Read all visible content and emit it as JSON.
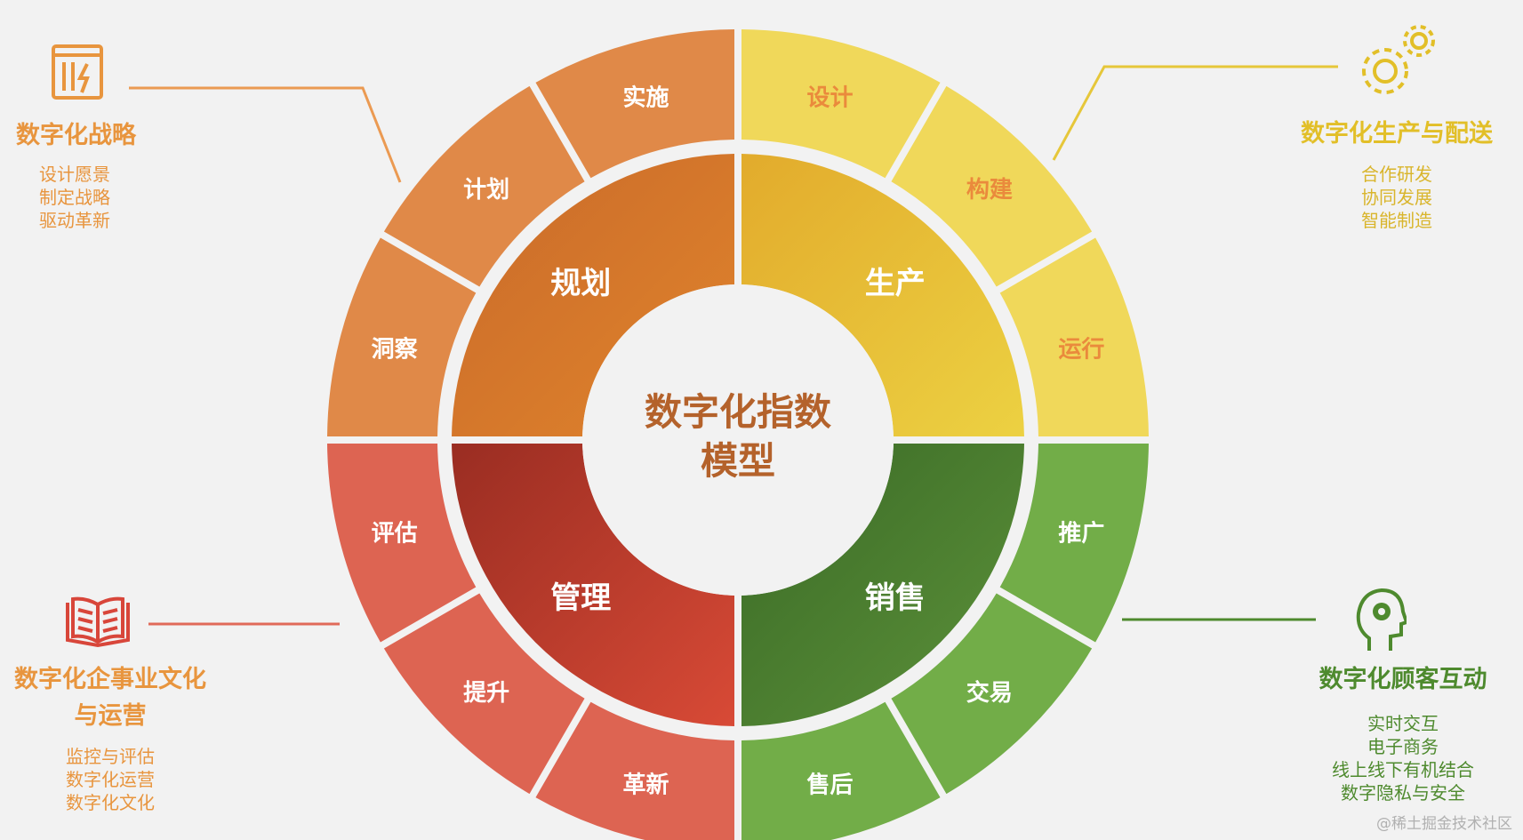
{
  "center_title": [
    "数字化指数",
    "模型"
  ],
  "colors": {
    "background": "#f2f2f2",
    "orange": "#e8843a",
    "yellow": "#e8c72e",
    "red": "#cf4a3c",
    "green": "#5f9a3a",
    "center_text": "#b4622b"
  },
  "quadrants": [
    {
      "name": "规划",
      "inner_gradient": [
        "#c96a2a",
        "#e0842c"
      ],
      "outer_color": "#e08948",
      "outer_text_color": "#ffffff",
      "outer_segments": [
        "洞察",
        "计划",
        "实施"
      ]
    },
    {
      "name": "生产",
      "inner_gradient": [
        "#e2ab2c",
        "#ecd142"
      ],
      "outer_color": "#f0d85a",
      "outer_text_color": "#ea8a3c",
      "outer_segments": [
        "设计",
        "构建",
        "运行"
      ]
    },
    {
      "name": "销售",
      "inner_gradient": [
        "#3a6a26",
        "#5d923a"
      ],
      "outer_color": "#72ad48",
      "outer_text_color": "#ffffff",
      "outer_segments": [
        "推广",
        "交易",
        "售后"
      ]
    },
    {
      "name": "管理",
      "inner_gradient": [
        "#9a2d22",
        "#d84a36"
      ],
      "outer_color": "#dd6452",
      "outer_text_color": "#ffffff",
      "outer_segments": [
        "评估",
        "提升",
        "革新"
      ]
    }
  ],
  "corners": {
    "top_left": {
      "icon": "document-chart-icon",
      "title": [
        "数字化战略"
      ],
      "items": [
        "设计愿景",
        "制定战略",
        "驱动革新"
      ],
      "title_color": "#e8953e",
      "item_color": "#e8953e",
      "line_color": "#eb9a52"
    },
    "top_right": {
      "icon": "gears-icon",
      "title": [
        "数字化生产与配送"
      ],
      "items": [
        "合作研发",
        "协同发展",
        "智能制造"
      ],
      "title_color": "#e2bf28",
      "item_color": "#d9b52c",
      "line_color": "#e6c73a"
    },
    "bottom_left": {
      "icon": "open-book-icon",
      "title": [
        "数字化企事业文化",
        "与运营"
      ],
      "items": [
        "监控与评估",
        "数字化运营",
        "数字化文化"
      ],
      "title_color": "#e8953e",
      "item_color": "#e8953e",
      "line_color": "#e06a5a"
    },
    "bottom_right": {
      "icon": "head-gear-icon",
      "title": [
        "数字化顾客互动"
      ],
      "items": [
        "实时交互",
        "电子商务",
        "线上线下有机结合",
        "数字隐私与安全"
      ],
      "title_color": "#4e8a2e",
      "item_color": "#4e8a2e",
      "line_color": "#4e8a2e"
    }
  },
  "watermark": "@稀土掘金技术社区"
}
